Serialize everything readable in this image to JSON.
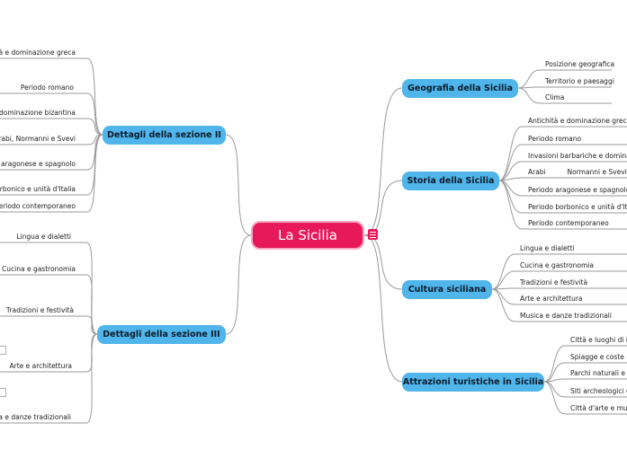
{
  "central": "La Sicilia",
  "branches": [
    {
      "id": "geo",
      "label": "Geografia della Sicilia",
      "children": [
        "Posizione geografica",
        "Territorio e paesaggi",
        "Clima"
      ]
    },
    {
      "id": "storia",
      "label": "Storia della Sicilia",
      "children": [
        "Antichità e dominazione greca",
        "Periodo romano",
        "Invasioni barbariche e dominazione bizantina",
        "Arabi          Normanni e Svevi",
        "Periodo aragonese e spagnolo",
        "Periodo borbonico e unità d'Italia",
        "Periodo contemporaneo"
      ]
    },
    {
      "id": "cultura",
      "label": "Cultura siciliana",
      "children": [
        "Lingua e dialetti",
        "Cucina e gastronomia",
        "Tradizioni e festività",
        "Arte e architettura",
        "Musica e danze tradizionali"
      ]
    },
    {
      "id": "attr",
      "label": "Attrazioni turistiche in Sicilia",
      "children": [
        "Città e luoghi di interesse",
        "Spiagge e coste",
        "Parchi naturali e riserve",
        "Siti archeologici e storici",
        "Città d'arte e musei"
      ]
    },
    {
      "id": "sez2",
      "label": "Dettagli della sezione II",
      "children": [
        "Antichità e dominazione greca",
        "Periodo romano",
        "Invasioni barbariche e dominazione bizantina",
        "Arabi, Normanni e Svevi",
        "Periodo aragonese e spagnolo",
        "Periodo borbonico e unità d'Italia",
        "Periodo contemporaneo"
      ]
    },
    {
      "id": "sez3",
      "label": "Dettagli della sezione III",
      "children": [
        "Lingua e dialetti",
        "Cucina e gastronomia",
        "Tradizioni e festività",
        "Arte e architettura",
        "Musica e danze tradizionali"
      ]
    }
  ]
}
